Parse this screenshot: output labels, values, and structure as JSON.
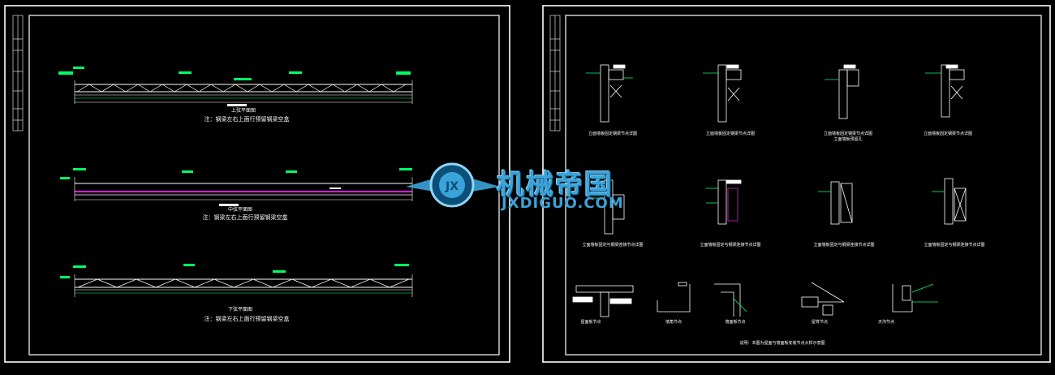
{
  "watermark": {
    "title": "机械帝国",
    "subtitle": "JXDIGUO.COM",
    "emblem_text": "JX",
    "colors": {
      "blue": "#3aa3d8",
      "dark_blue": "#0b4f78"
    }
  },
  "left_sheet": {
    "trusses": [
      {
        "label": "上弦平面图",
        "note": "注：钢梁左右上面行预留钢梁空盒"
      },
      {
        "label": "中弦平面图",
        "note": "注：钢梁左右上面行预留钢梁空盒"
      },
      {
        "label": "下弦平面图",
        "note": "注：钢梁左右上面行预留钢梁空盒"
      }
    ]
  },
  "right_sheet": {
    "row1": [
      {
        "label": "立面墙板固定钢梁节点详图"
      },
      {
        "label": "立面墙板固定钢梁节点详图"
      },
      {
        "label": "立面墙板固定钢梁节点详图",
        "sublabel": "立面墙板预留孔"
      },
      {
        "label": "立面墙板固定钢梁节点详图"
      }
    ],
    "row2": [
      {
        "label": "立面墙板固定与钢梁连接节点详图"
      },
      {
        "label": "立面墙板固定与钢梁连接节点详图"
      },
      {
        "label": "立面墙板固定与钢梁连接节点详图"
      },
      {
        "label": "立面墙板固定与钢梁连接节点详图"
      }
    ],
    "row3": [
      {
        "label": "屋面板节点"
      },
      {
        "label": "墙角节点"
      },
      {
        "label": "墙面板节点"
      },
      {
        "label": "屋脊节点"
      },
      {
        "label": "天沟节点"
      }
    ],
    "footer_note": "说明：本图为屋面与墙面板安装节点大样示意图"
  },
  "colors": {
    "frame": "#ffffff",
    "dimension": "#00ff66",
    "beam": "#cc22cc",
    "background": "#000000"
  }
}
